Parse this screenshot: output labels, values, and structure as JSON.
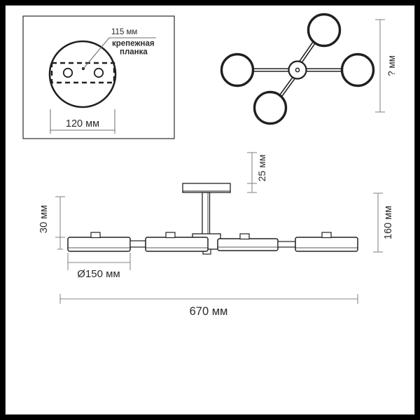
{
  "drawing": {
    "title": "Ceiling light fixture technical dimension drawing",
    "units": "мм",
    "line_color": "#231f20",
    "background_color": "#ffffff",
    "frame_color": "#000000"
  },
  "detail_box": {
    "name": "mounting-plate-detail",
    "callout_dimension": "115 мм",
    "callout_label_line1": "крепежная",
    "callout_label_line2": "планка",
    "bottom_dimension": "120 мм"
  },
  "top_view": {
    "name": "top-view-4-arm",
    "arm_count": 4,
    "dimension_right": "? мм"
  },
  "side_view": {
    "name": "side-elevation",
    "dimension_left": "30 мм",
    "dimension_canopy": "25 мм",
    "dimension_right": "160 мм",
    "dimension_shade": "Ø150 мм",
    "dimension_width": "670 мм"
  },
  "chart_data": {
    "type": "table",
    "title": "Ceiling light fixture dimensions",
    "categories": [
      "115 мм",
      "120 мм",
      "? мм",
      "30 мм",
      "25 мм",
      "160 мм",
      "Ø150 мм",
      "670 мм"
    ],
    "values": [
      115,
      120,
      null,
      30,
      25,
      160,
      150,
      670
    ],
    "annotations": [
      "крепежная планка"
    ]
  }
}
